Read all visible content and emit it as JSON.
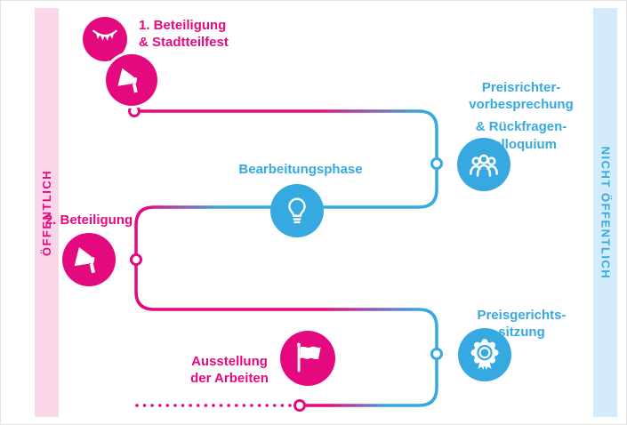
{
  "sidebars": {
    "left": {
      "label": "ÖFFENTLICH"
    },
    "right": {
      "label": "NICHT ÖFFENTLICH"
    }
  },
  "steps": {
    "beteiligung1": {
      "line1": "1. Beteiligung",
      "line2": "& Stadtteilfest"
    },
    "preisrichter": {
      "line1": "Preisrichter-",
      "line2": "vorbesprechung",
      "line3": "& Rückfragen-",
      "line4": "kolloquium"
    },
    "bearbeitungsphase": {
      "label": "Bearbeitungsphase"
    },
    "beteiligung2": {
      "label": "2. Beteiligung"
    },
    "preisgericht": {
      "line1": "Preisgerichts-",
      "line2": "sitzung"
    },
    "ausstellung": {
      "line1": "Ausstellung",
      "line2": "der Arbeiten"
    }
  },
  "icons": {
    "step1a": "bunting-icon",
    "step1b": "megaphone-icon",
    "step2": "people-icon",
    "step3": "lightbulb-icon",
    "step4": "megaphone-icon",
    "step5": "award-icon",
    "step6": "flag-icon"
  },
  "colors": {
    "pink": "#e5097f",
    "blue": "#36a9e1",
    "pink_bg": "#f9d7e9",
    "blue_bg": "#d4ecf9"
  }
}
